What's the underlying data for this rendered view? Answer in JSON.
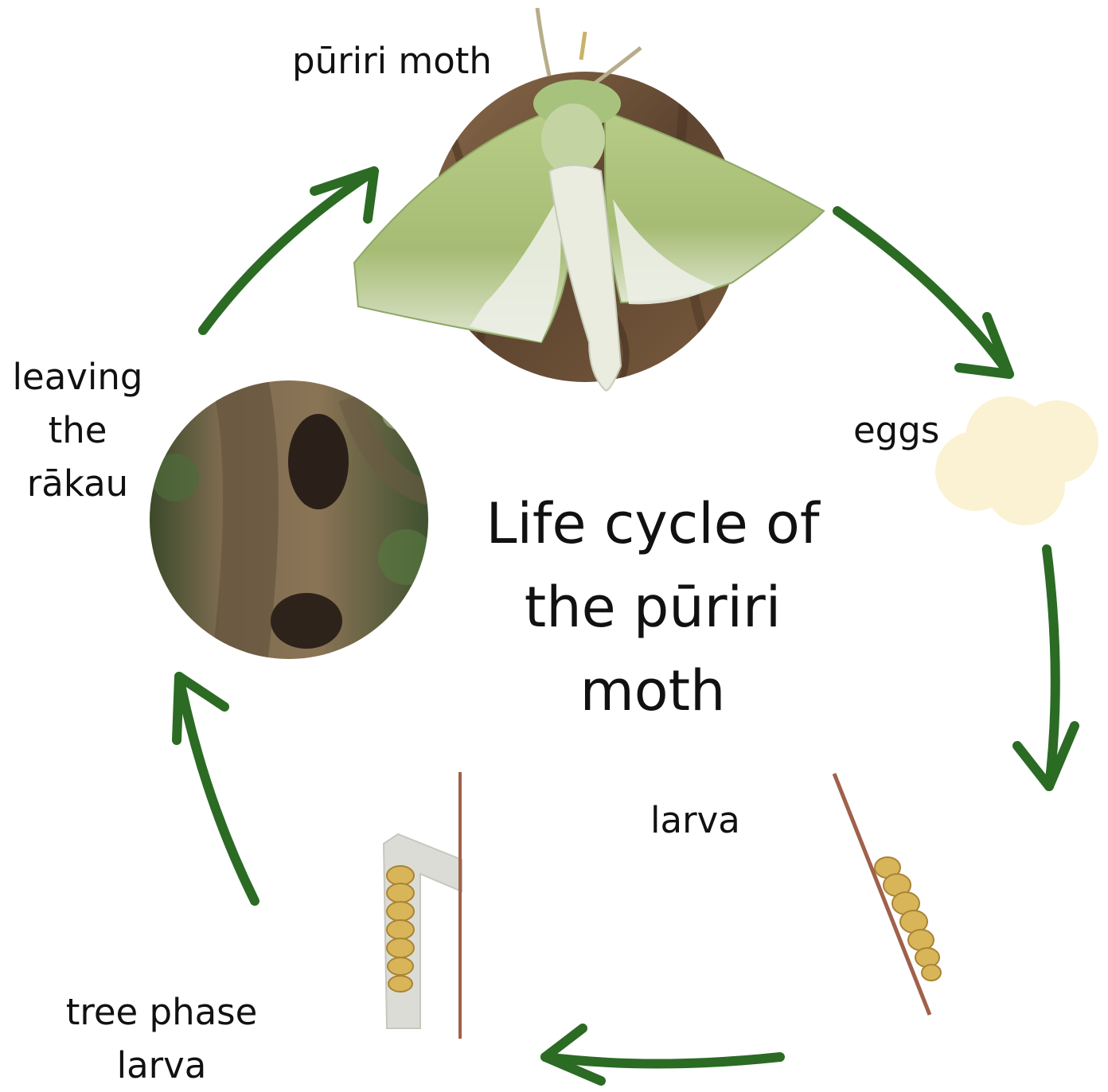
{
  "title_lines": [
    "Life cycle of",
    "the pūriri",
    "moth"
  ],
  "stages": {
    "moth": {
      "label": "pūriri moth"
    },
    "eggs": {
      "label": "eggs"
    },
    "larva": {
      "label": "larva"
    },
    "tree_larva": {
      "lines": [
        "tree phase",
        "larva"
      ]
    },
    "leaving": {
      "lines": [
        "leaving",
        "the",
        "rākau"
      ]
    }
  },
  "colors": {
    "arrow": "#2b6b24",
    "egg_cluster": "#faf2d3",
    "twig": "#a0614a",
    "larva": "#d9b55a",
    "moth_wing": "#a9c07a",
    "bark": "#6b5238"
  }
}
